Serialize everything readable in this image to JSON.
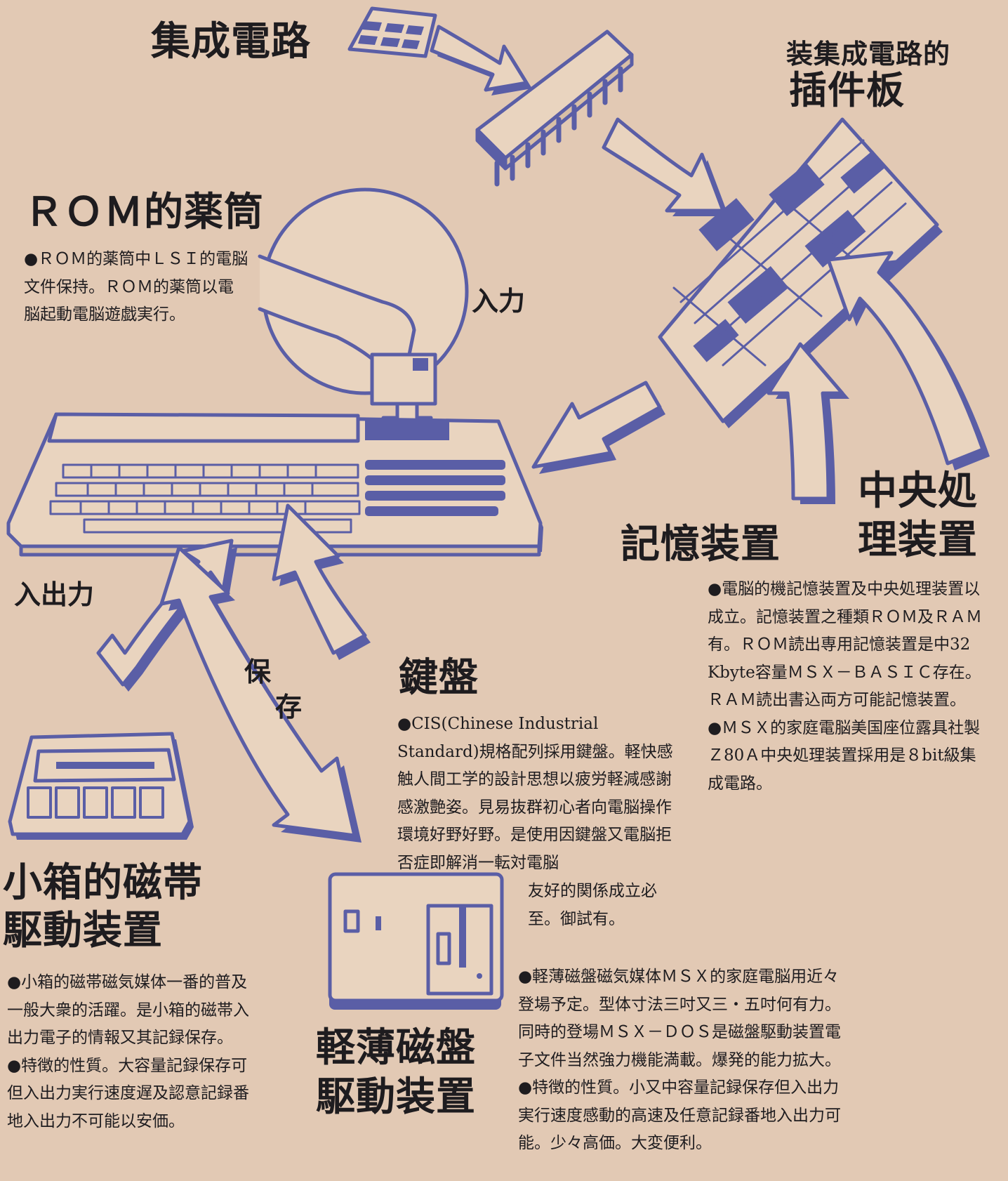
{
  "headings": {
    "ic": "集成電路",
    "board_line1": "装集成電路的",
    "board_line2": "插件板",
    "rom": "ＲＯＭ的薬筒",
    "cpu_line1": "中央処",
    "cpu_line2": "理装置",
    "memory": "記憶装置",
    "keyboard": "鍵盤",
    "tape_line1": "小箱的磁帯",
    "tape_line2": "駆動装置",
    "floppy_line1": "軽薄磁盤",
    "floppy_line2": "駆動装置"
  },
  "labels": {
    "input": "入力",
    "io": "入出力",
    "save_1": "保",
    "save_2": "存"
  },
  "paragraphs": {
    "rom": "●ＲＯＭ的薬筒中ＬＳＩ的電脳文件保持。ＲＯＭ的薬筒以電脳起動電脳遊戯実行。",
    "memory_1": "●電脳的機記憶装置及中央処理装置以成立。記憶装置之種類ＲＯＭ及ＲＡＭ有。ＲＯＭ読出専用記憶装置是中32 Kbyte容量ＭＳＸ－ＢＡＳＩＣ存在。ＲＡＭ読出書込両方可能記憶装置。",
    "memory_2": "●ＭＳＸ的家庭電脳美国座位露具社製Ｚ80Ａ中央処理装置採用是８bit級集成電路。",
    "keyboard_main": "●CIS(Chinese Industrial Standard)規格配列採用鍵盤。軽快感触人間工学的設計思想以疲労軽減感謝感激艶姿。見易抜群初心者向電脳操作環境好野好野。是使用因鍵盤又電脳拒否症即解消一転対電脳",
    "keyboard_tail": "友好的関係成立必至。御試有。",
    "tape_1": "●小箱的磁帯磁気媒体一番的普及一般大衆的活躍。是小箱的磁帯入出力電子的情報又其記録保存。",
    "tape_2": "●特徴的性質。大容量記録保存可但入出力実行速度遅及認意記録番地入出力不可能以安価。",
    "floppy_1": "●軽薄磁盤磁気媒体ＭＳＸ的家庭電脳用近々登場予定。型体寸法三吋又三・五吋何有力。同時的登場ＭＳＸ－ＤＯＳ是磁盤駆動装置電子文件当然強力機能満載。爆発的能力拡大。",
    "floppy_2": "●特徴的性質。小又中容量記録保存但入出力実行速度感動的高速及任意記録番地入出力可能。少々高価。大変便利。"
  },
  "colors": {
    "paper": "#e2c9b4",
    "ink_blue": "#5a5ea6",
    "ink_text": "#1e1c1f"
  }
}
